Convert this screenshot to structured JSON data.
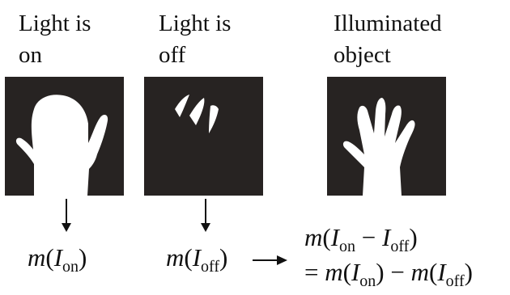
{
  "captions": {
    "light_on": "Light is\non",
    "light_off": "Light is\noff",
    "illuminated": "Illuminated\nobject"
  },
  "equations": {
    "m": "m",
    "open_paren": "(",
    "close_paren": ")",
    "I": "I",
    "on": "on",
    "off": "off",
    "minus": "−",
    "equals": "=",
    "m_on": {
      "func": "m",
      "var": "I",
      "sub": "on"
    },
    "m_off": {
      "func": "m",
      "var": "I",
      "sub": "off"
    }
  },
  "colors": {
    "panel_background": "#272322",
    "hand": "#ffffff",
    "arrow": "#111111"
  }
}
